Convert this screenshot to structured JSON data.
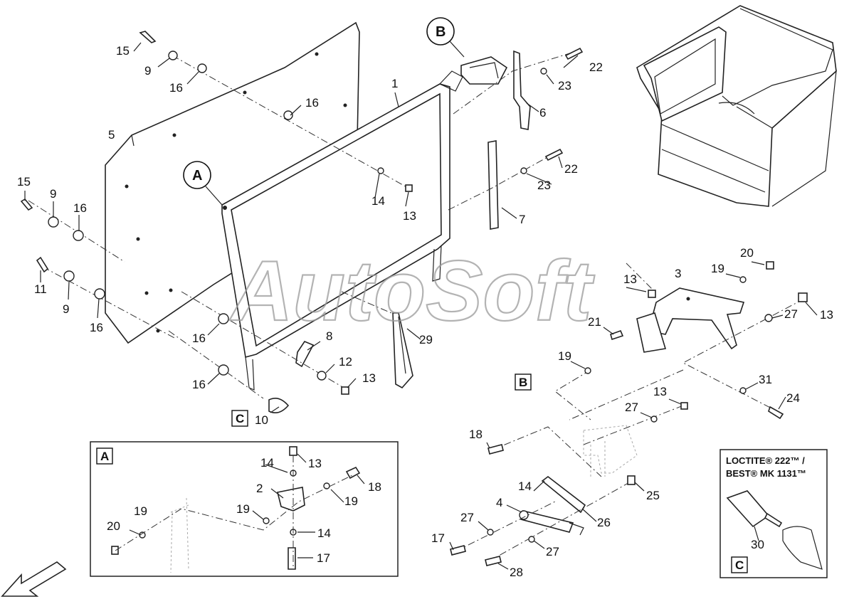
{
  "watermark": "AutoSoft",
  "callouts": {
    "A": "A",
    "B": "B",
    "C": "C"
  },
  "detail_boxes": {
    "A": "A",
    "B": "B",
    "C": "C"
  },
  "loctite": {
    "line1": "LOCTITE® 222™ /",
    "line2": "BEST® MK 1131™"
  },
  "parts": {
    "p1": "1",
    "p2": "2",
    "p3": "3",
    "p4": "4",
    "p5": "5",
    "p6": "6",
    "p7": "7",
    "p8": "8",
    "p9a": "9",
    "p9b": "9",
    "p9c": "9",
    "p10": "10",
    "p11": "11",
    "p12": "12",
    "p13a": "13",
    "p13b": "13",
    "p13c": "13",
    "p13d": "13",
    "p13e": "13",
    "p13f": "13",
    "p14a": "14",
    "p14b": "14",
    "p14c": "14",
    "p14d": "14",
    "p15a": "15",
    "p15b": "15",
    "p16a": "16",
    "p16b": "16",
    "p16c": "16",
    "p16d": "16",
    "p16e": "16",
    "p16f": "16",
    "p17a": "17",
    "p17b": "17",
    "p18a": "18",
    "p18b": "18",
    "p19a": "19",
    "p19b": "19",
    "p19c": "19",
    "p19d": "19",
    "p19e": "19",
    "p20a": "20",
    "p20b": "20",
    "p21": "21",
    "p22a": "22",
    "p22b": "22",
    "p23a": "23",
    "p23b": "23",
    "p24": "24",
    "p25": "25",
    "p26": "26",
    "p27a": "27",
    "p27b": "27",
    "p27c": "27",
    "p27d": "27",
    "p28": "28",
    "p29": "29",
    "p30": "30",
    "p31": "31"
  }
}
